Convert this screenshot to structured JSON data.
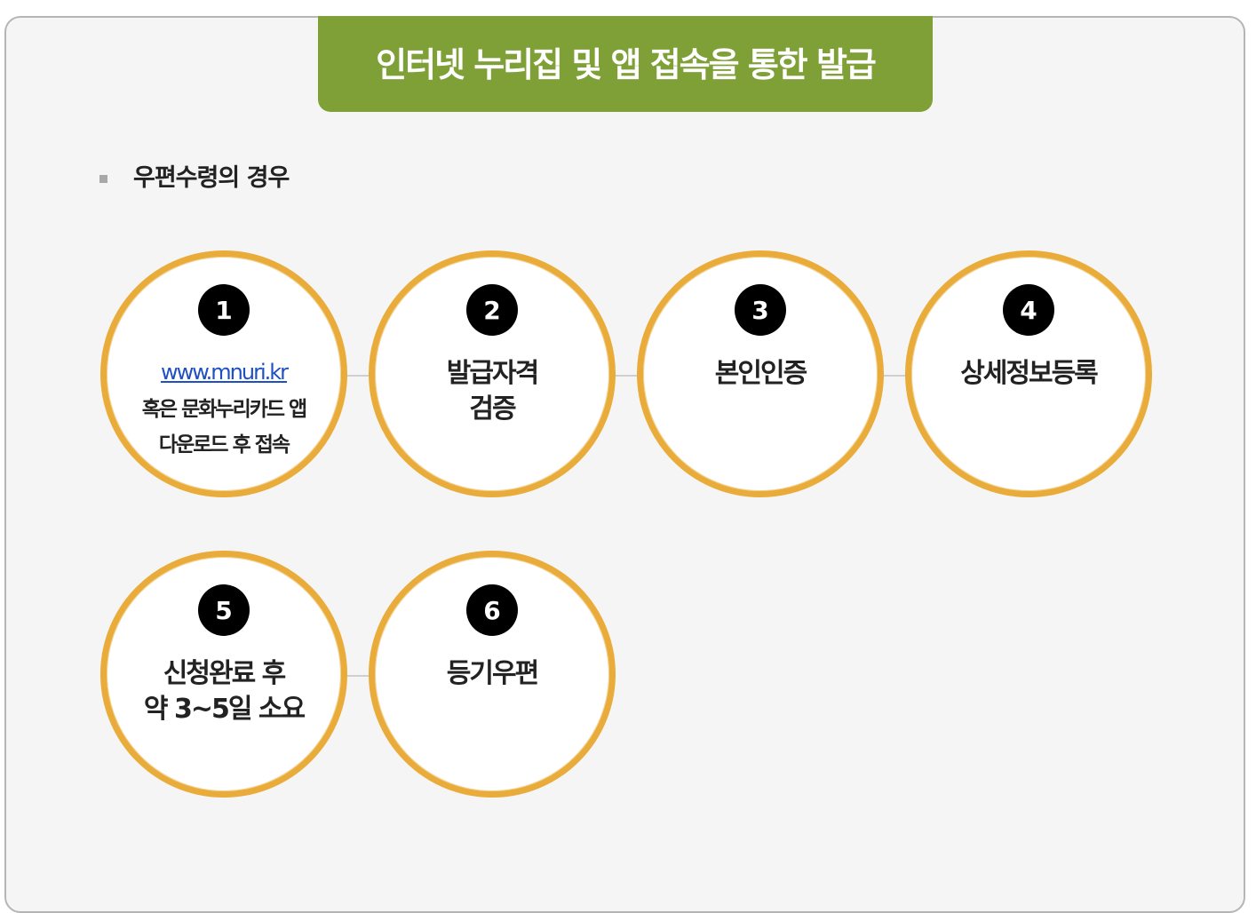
{
  "header": {
    "title": "인터넷 누리집 및 앱 접속을 통한 발급"
  },
  "section": {
    "title": "우편수령의 경우"
  },
  "steps": [
    {
      "number": "1",
      "link_text": "www.mnuri.kr",
      "description": "혹은 문화누리카드 앱\n다운로드 후 접속"
    },
    {
      "number": "2",
      "label": "발급자격\n검증"
    },
    {
      "number": "3",
      "label": "본인인증"
    },
    {
      "number": "4",
      "label": "상세정보등록"
    },
    {
      "number": "5",
      "label": "신청완료 후\n약 3~5일 소요"
    },
    {
      "number": "6",
      "label": "등기우편"
    }
  ],
  "colors": {
    "header_bg": "#7ea036",
    "circle_border": "#e9ac3a",
    "link": "#1f4fc4"
  }
}
